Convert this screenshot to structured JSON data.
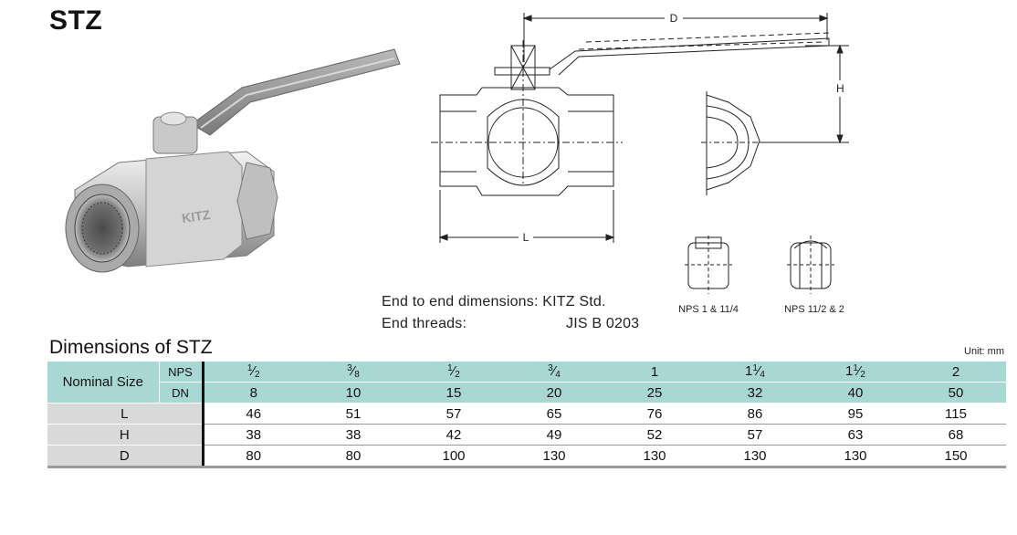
{
  "title": "STZ",
  "drawing": {
    "dim_D": "D",
    "dim_H": "H",
    "dim_L": "L",
    "detail_left": "NPS 1 & 11/4",
    "detail_right": "NPS 11/2 & 2"
  },
  "notes": {
    "end_to_end": "End to end dimensions: KITZ Std.",
    "threads_label": "End threads:",
    "threads_value": "JIS B 0203"
  },
  "dimensions": {
    "title": "Dimensions of STZ",
    "unit": "Unit: mm",
    "nominal_label": "Nominal Size",
    "nps_label": "NPS",
    "dn_label": "DN",
    "nps": [
      {
        "whole": "",
        "num": "1",
        "den": "2"
      },
      {
        "whole": "",
        "num": "3",
        "den": "8"
      },
      {
        "whole": "",
        "num": "1",
        "den": "2"
      },
      {
        "whole": "",
        "num": "3",
        "den": "4"
      },
      {
        "whole": "1",
        "num": "",
        "den": ""
      },
      {
        "whole": "1",
        "num": "1",
        "den": "4"
      },
      {
        "whole": "1",
        "num": "1",
        "den": "2"
      },
      {
        "whole": "2",
        "num": "",
        "den": ""
      }
    ],
    "dn": [
      "8",
      "10",
      "15",
      "20",
      "25",
      "32",
      "40",
      "50"
    ],
    "rows": [
      {
        "label": "L",
        "values": [
          "46",
          "51",
          "57",
          "65",
          "76",
          "86",
          "95",
          "115"
        ]
      },
      {
        "label": "H",
        "values": [
          "38",
          "38",
          "42",
          "49",
          "52",
          "57",
          "63",
          "68"
        ]
      },
      {
        "label": "D",
        "values": [
          "80",
          "80",
          "100",
          "130",
          "130",
          "130",
          "130",
          "150"
        ]
      }
    ]
  }
}
